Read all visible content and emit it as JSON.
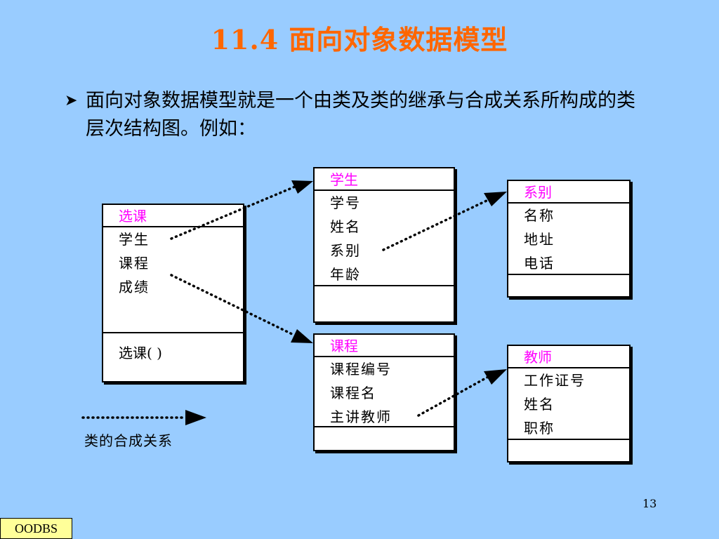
{
  "title": "11.4  面向对象数据模型",
  "bullet": "面向对象数据模型就是一个由类及类的继承与合成关系所构成的类层次结构图。例如：",
  "classes": {
    "xuanke": {
      "name": "选课",
      "attrs": [
        "学生",
        "课程",
        "成绩"
      ],
      "ops": "选课( )"
    },
    "xuesheng": {
      "name": "学生",
      "attrs": [
        "学号",
        "姓名",
        "系别",
        "年龄"
      ]
    },
    "xibie": {
      "name": "系别",
      "attrs": [
        "名称",
        "地址",
        "电话"
      ]
    },
    "kecheng": {
      "name": "课程",
      "attrs": [
        "课程编号",
        "课程名",
        "主讲教师"
      ]
    },
    "jiaoshi": {
      "name": "教师",
      "attrs": [
        "工作证号",
        "姓名",
        "职称"
      ]
    }
  },
  "legend": "类的合成关系",
  "page_number": "13",
  "footer": "OODBS",
  "colors": {
    "background": "#99ccff",
    "title": "#ff6600",
    "class_name": "#ff00ff",
    "footer_bg": "#ffff99"
  }
}
